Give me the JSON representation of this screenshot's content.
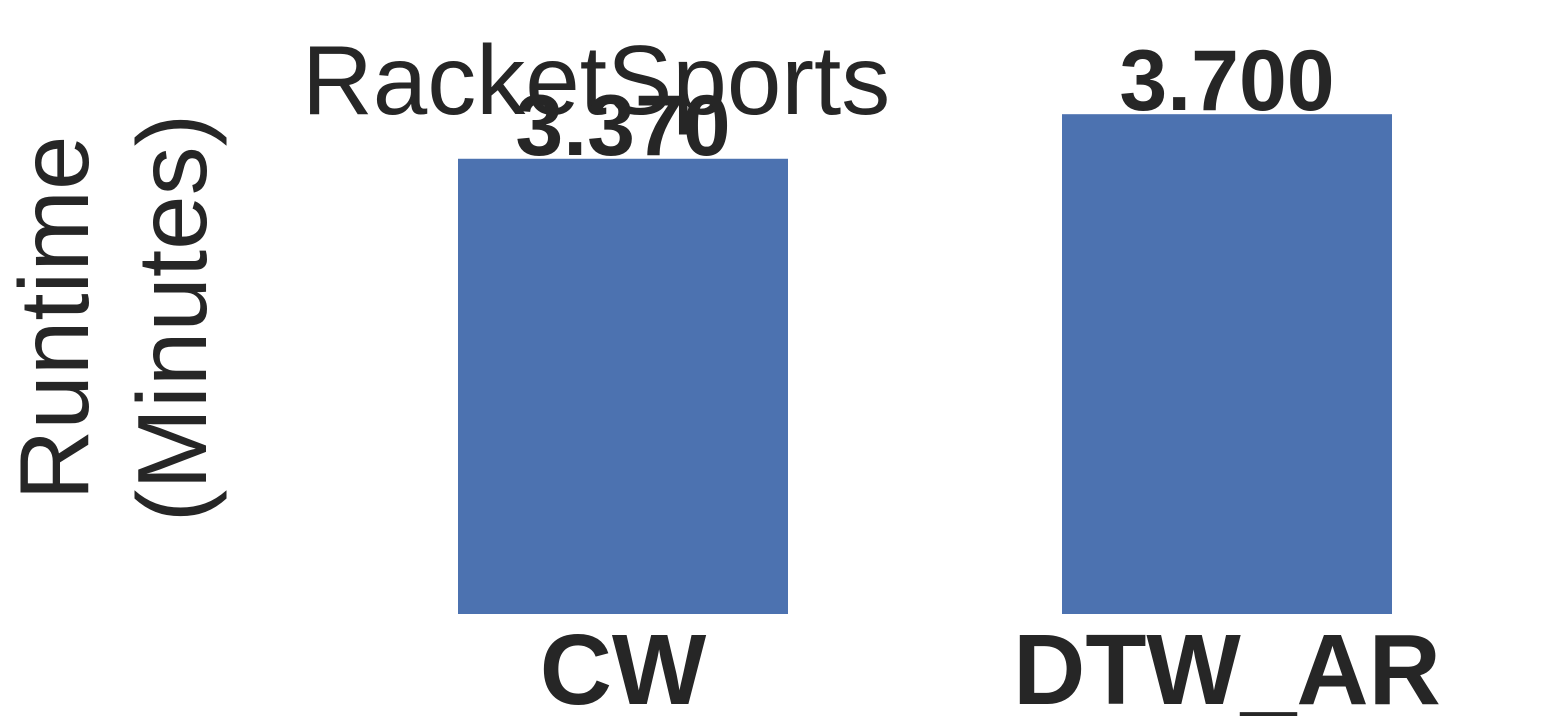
{
  "chart_data": {
    "type": "bar",
    "title": "RacketSports",
    "xlabel": "",
    "ylabel_lines": [
      "Runtime",
      "(Minutes)"
    ],
    "categories": [
      "CW",
      "DTW_AR"
    ],
    "values": [
      3.37,
      3.7
    ],
    "value_labels": [
      "3.370",
      "3.700"
    ],
    "ylim": [
      0,
      4.19
    ],
    "grid": false,
    "bar_color": "#4c72b0",
    "text_color": "#262626"
  }
}
